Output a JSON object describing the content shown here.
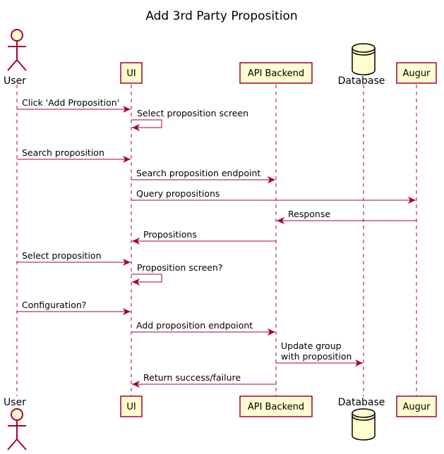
{
  "title": "Add 3rd Party Proposition",
  "participants": {
    "user": "User",
    "ui": "UI",
    "api": "API Backend",
    "db": "Database",
    "augur": "Augur"
  },
  "messages": [
    {
      "from": "user",
      "to": "ui",
      "label": "Click 'Add Proposition'"
    },
    {
      "from": "ui",
      "to": "ui",
      "label": "Select proposition screen"
    },
    {
      "from": "user",
      "to": "ui",
      "label": "Search proposition"
    },
    {
      "from": "ui",
      "to": "api",
      "label": "Search proposition endpoint"
    },
    {
      "from": "ui",
      "to": "augur",
      "label": "Query propositions"
    },
    {
      "from": "augur",
      "to": "api",
      "label": "Response"
    },
    {
      "from": "api",
      "to": "ui",
      "label": "Propositions"
    },
    {
      "from": "user",
      "to": "ui",
      "label": "Select proposition"
    },
    {
      "from": "ui",
      "to": "ui",
      "label": "Proposition screen?"
    },
    {
      "from": "user",
      "to": "ui",
      "label": "Configuration?"
    },
    {
      "from": "ui",
      "to": "api",
      "label": "Add proposition endpoiont"
    },
    {
      "from": "api",
      "to": "db",
      "label": "Update group\nwith proposition"
    },
    {
      "from": "api",
      "to": "ui",
      "label": "Return success/failure"
    }
  ],
  "colors": {
    "stroke": "#A80036",
    "fill": "#FEFECE",
    "lifeline": "#A80036"
  }
}
